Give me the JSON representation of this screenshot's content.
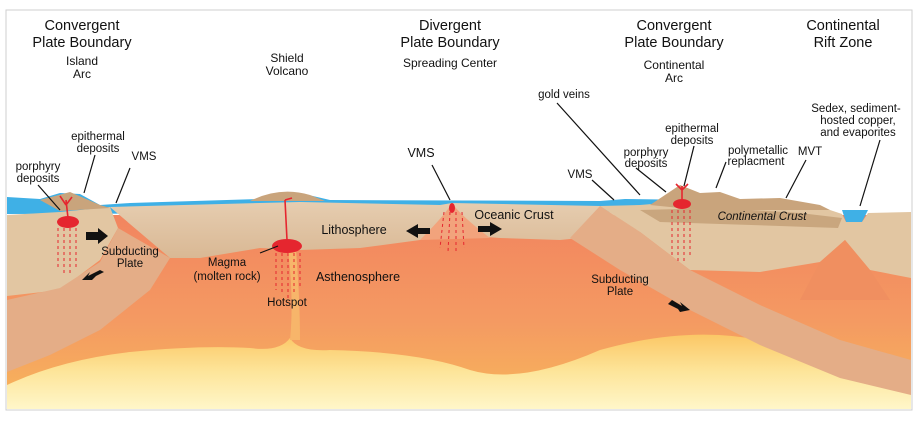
{
  "headings": {
    "convergent_left_1": "Convergent",
    "convergent_left_2": "Plate Boundary",
    "divergent_1": "Divergent",
    "divergent_2": "Plate Boundary",
    "convergent_right_1": "Convergent",
    "convergent_right_2": "Plate Boundary",
    "rift_1": "Continental",
    "rift_2": "Rift Zone"
  },
  "subheadings": {
    "island_arc_1": "Island",
    "island_arc_2": "Arc",
    "shield_1": "Shield",
    "shield_2": "Volcano",
    "spreading": "Spreading Center",
    "cont_arc_1": "Continental",
    "cont_arc_2": "Arc"
  },
  "labels": {
    "porphyry_l_1": "porphyry",
    "porphyry_l_2": "deposits",
    "epithermal_l_1": "epithermal",
    "epithermal_l_2": "deposits",
    "vms_l": "VMS",
    "subducting_l_1": "Subducting",
    "subducting_l_2": "Plate",
    "magma_1": "Magma",
    "magma_2": "(molten rock)",
    "hotspot": "Hotspot",
    "lithosphere": "Lithosphere",
    "asthenosphere": "Asthenosphere",
    "vms_c": "VMS",
    "oceanic_crust": "Oceanic Crust",
    "gold_veins": "gold veins",
    "vms_r": "VMS",
    "epithermal_r_1": "epithermal",
    "epithermal_r_2": "deposits",
    "porphyry_r_1": "porphyry",
    "porphyry_r_2": "deposits",
    "polymetallic_1": "polymetallic",
    "polymetallic_2": "replacment",
    "mvt": "MVT",
    "continental_crust": "Continental Crust",
    "subducting_r_1": "Subducting",
    "subducting_r_2": "Plate",
    "sedex_1": "Sedex, sediment-",
    "sedex_2": "hosted copper,",
    "sedex_3": "and evaporites"
  },
  "colors": {
    "ocean": "#3fb0e6",
    "lithosphere": "#e3c8a5",
    "asthenosphere": "#f39a6b",
    "deep_orange": "#f7b05c",
    "core_yellow": "#fbe9a0",
    "volcano": "#c9a47c",
    "magma": "#e5262f",
    "arrow": "#111111"
  }
}
